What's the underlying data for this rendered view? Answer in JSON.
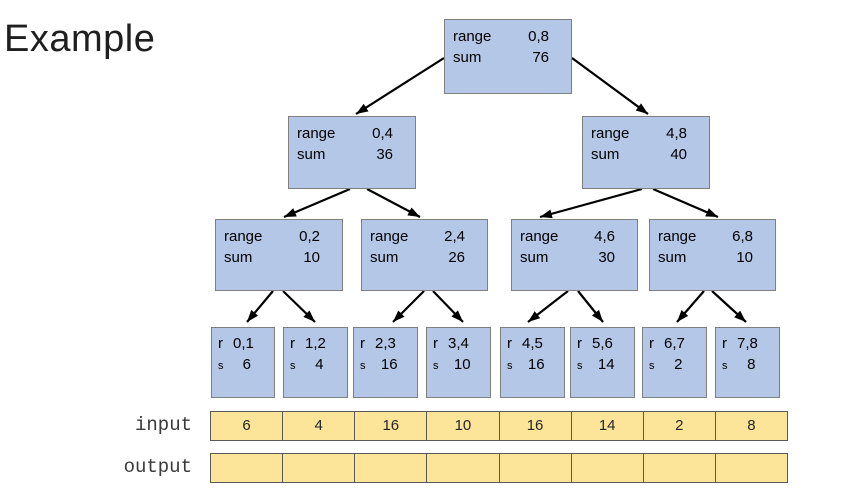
{
  "title": "Example",
  "labels": {
    "range": "range",
    "sum": "sum",
    "r": "r",
    "s": "s",
    "input": "input",
    "output": "output"
  },
  "tree": {
    "root": {
      "range_label": "range",
      "range": "0,8",
      "sum_label": "sum",
      "sum": "76"
    },
    "level2": [
      {
        "range_label": "range",
        "range": "0,4",
        "sum_label": "sum",
        "sum": "36"
      },
      {
        "range_label": "range",
        "range": "4,8",
        "sum_label": "sum",
        "sum": "40"
      }
    ],
    "level3": [
      {
        "range_label": "range",
        "range": "0,2",
        "sum_label": "sum",
        "sum": "10"
      },
      {
        "range_label": "range",
        "range": "2,4",
        "sum_label": "sum",
        "sum": "26"
      },
      {
        "range_label": "range",
        "range": "4,6",
        "sum_label": "sum",
        "sum": "30"
      },
      {
        "range_label": "range",
        "range": "6,8",
        "sum_label": "sum",
        "sum": "10"
      }
    ],
    "leaves": [
      {
        "r_label": "r",
        "range": "0,1",
        "s_label": "s",
        "sum": "6"
      },
      {
        "r_label": "r",
        "range": "1,2",
        "s_label": "s",
        "sum": "4"
      },
      {
        "r_label": "r",
        "range": "2,3",
        "s_label": "s",
        "sum": "16"
      },
      {
        "r_label": "r",
        "range": "3,4",
        "s_label": "s",
        "sum": "10"
      },
      {
        "r_label": "r",
        "range": "4,5",
        "s_label": "s",
        "sum": "16"
      },
      {
        "r_label": "r",
        "range": "5,6",
        "s_label": "s",
        "sum": "14"
      },
      {
        "r_label": "r",
        "range": "6,7",
        "s_label": "s",
        "sum": "2"
      },
      {
        "r_label": "r",
        "range": "7,8",
        "s_label": "s",
        "sum": "8"
      }
    ]
  },
  "arrays": {
    "input": [
      "6",
      "4",
      "16",
      "10",
      "16",
      "14",
      "2",
      "8"
    ],
    "output": [
      "",
      "",
      "",
      "",
      "",
      "",
      "",
      ""
    ]
  },
  "colors": {
    "node_fill": "#b4c7e7",
    "node_border": "#7f7f7f",
    "cell_fill": "#fce499",
    "cell_border": "#595959",
    "arrow": "#000000"
  }
}
